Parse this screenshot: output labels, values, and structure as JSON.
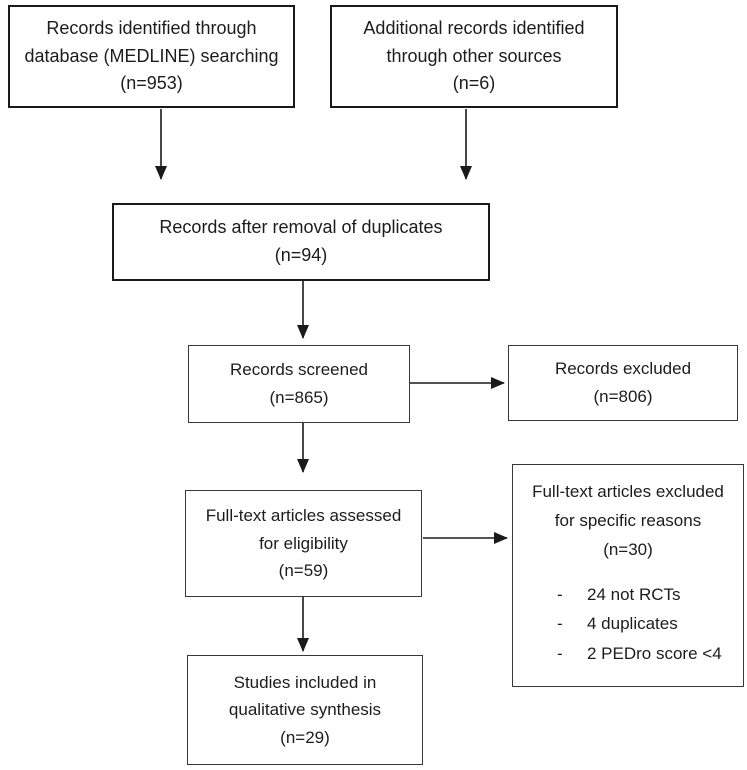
{
  "colors": {
    "background": "#ffffff",
    "border": "#1a1a1a",
    "text": "#1c1c1c",
    "arrow": "#1a1a1a"
  },
  "nodes": {
    "identified": {
      "text": "Records identified through\ndatabase (MEDLINE) searching\n(n=953)",
      "n": 953
    },
    "additional": {
      "text": "Additional records identified\nthrough other sources\n(n=6)",
      "n": 6
    },
    "deduplicated": {
      "text": "Records after removal of duplicates\n(n=94)",
      "n": 94
    },
    "screened": {
      "text": "Records screened\n(n=865)",
      "n": 865
    },
    "records_excluded": {
      "text": "Records excluded\n(n=806)",
      "n": 806
    },
    "fulltext_assessed": {
      "text": "Full-text articles assessed\nfor eligibility\n(n=59)",
      "n": 59
    },
    "fulltext_excluded": {
      "title": "Full-text articles excluded\nfor specific reasons\n(n=30)",
      "n": 30,
      "bullet_marker": "-",
      "bullets": [
        "24 not RCTs",
        "4 duplicates",
        "2 PEDro score <4"
      ]
    },
    "included": {
      "text": "Studies included in\nqualitative synthesis\n(n=29)",
      "n": 29
    }
  }
}
